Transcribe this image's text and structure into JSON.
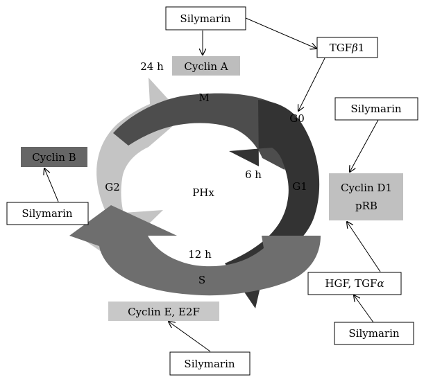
{
  "center_label": "PHx",
  "phases": {
    "m": "M",
    "g0": "G0",
    "g1": "G1",
    "s": "S",
    "g2": "G2"
  },
  "times": {
    "h24": "24 h",
    "h6": "6 h",
    "h12": "12 h"
  },
  "cyclins": {
    "a": "Cyclin A",
    "b": "Cyclin B",
    "d1_line1": "Cyclin D1",
    "d1_line2": "pRB",
    "e": "Cyclin E, E2F"
  },
  "factors": {
    "tgfb1_prefix": "TGF",
    "tgfb1_greek": "β",
    "tgfb1_suffix": "1",
    "hgf_prefix": "HGF, TGF",
    "hgf_greek": "α"
  },
  "silymarin": "Silymarin",
  "colors": {
    "m_arrow": "#4d4d4d",
    "g1_arrow": "#333333",
    "s_arrow": "#6e6e6e",
    "g2_arrow": "#c4c4c4",
    "cyclin_a_fill": "#bdbdbd",
    "cyclin_b_fill": "#666666",
    "cyclin_d1_fill": "#c0c0c0",
    "cyclin_e_fill": "#c8c8c8"
  }
}
